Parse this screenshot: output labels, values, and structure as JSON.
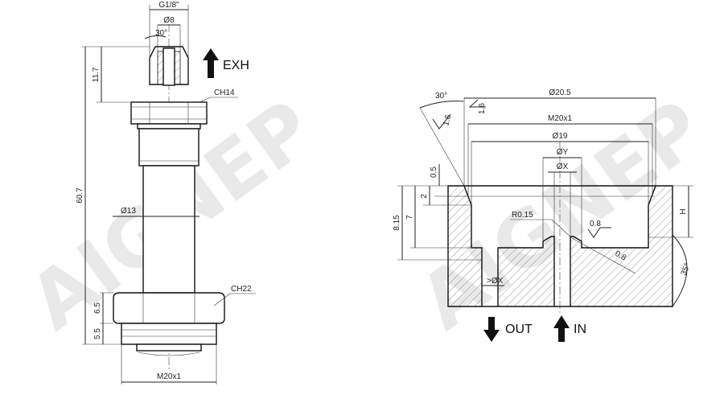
{
  "watermark": {
    "text": "AIGNEP",
    "color": "#e9e9e9"
  },
  "left_part": {
    "thread_top": "G1/8\"",
    "diameter_top": "Ø8",
    "angle": "30°",
    "height_tip": "11.7",
    "wrench_top": "CH14",
    "total_length": "60.7",
    "body_diameter": "Ø13",
    "wrench_bottom": "CH22",
    "hex_height": "6.5",
    "thread_height": "5.5",
    "thread_bottom": "M20x1",
    "flow_label": "EXH"
  },
  "right_part": {
    "chamfer_angle": "30°",
    "roughness_a": "1.6",
    "roughness_b": "1.6",
    "diameter_outer": "Ø20.5",
    "thread": "M20x1",
    "diameter_19": "Ø19",
    "diameter_y": "ØY",
    "diameter_x": "ØX",
    "dim_05": "0.5",
    "dim_2": "2",
    "dim_7": "7",
    "dim_815": "8.15",
    "dim_h": "H",
    "radius": "R0.15",
    "roughness_c": "0.8",
    "roughness_d": "0.8",
    "side_angle": "35°",
    "min_x": ">ØX",
    "flow_out": "OUT",
    "flow_in": "IN"
  }
}
